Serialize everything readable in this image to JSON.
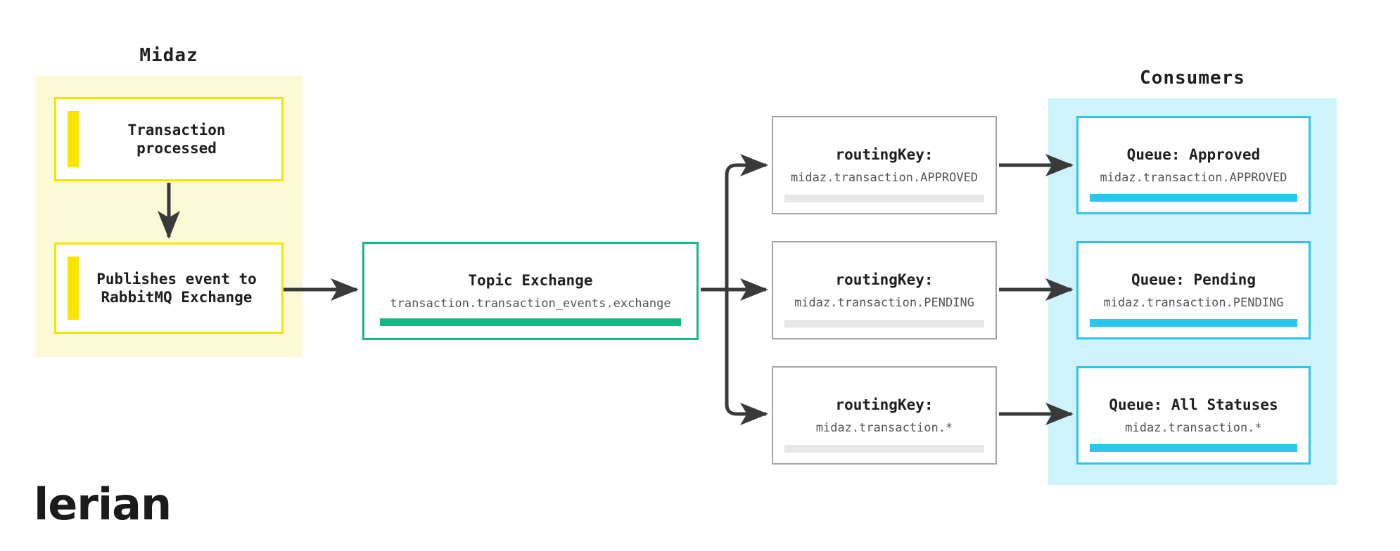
{
  "groups": {
    "midaz": {
      "title": "Midaz",
      "bg_color": "#FCF9D7",
      "accent_color": "#FAE500"
    },
    "consumers": {
      "title": "Consumers",
      "bg_color": "#CFF3FB",
      "accent_color": "#2BC6EE"
    }
  },
  "midaz_nodes": [
    {
      "title": "Transaction\nprocessed"
    },
    {
      "title": "Publishes event to\nRabbitMQ Exchange"
    }
  ],
  "exchange": {
    "title": "Topic Exchange",
    "subtitle": "transaction.transaction_events.exchange",
    "accent_color": "#14B87F",
    "border_color": "#17B982"
  },
  "routing_keys": [
    {
      "title": "routingKey:",
      "subtitle": "midaz.transaction.APPROVED"
    },
    {
      "title": "routingKey:",
      "subtitle": "midaz.transaction.PENDING"
    },
    {
      "title": "routingKey:",
      "subtitle": "midaz.transaction.*"
    }
  ],
  "queues": [
    {
      "title": "Queue: Approved",
      "subtitle": "midaz.transaction.APPROVED"
    },
    {
      "title": "Queue: Pending",
      "subtitle": "midaz.transaction.PENDING"
    },
    {
      "title": "Queue: All Statuses",
      "subtitle": "midaz.transaction.*"
    }
  ],
  "brand": {
    "logo_text": "lerian"
  },
  "colors": {
    "arrow": "#3a3a3a",
    "page_background": "#ffffff",
    "routing_key_border": "#a6a6a6",
    "routing_key_accent": "#e8e8e8"
  }
}
